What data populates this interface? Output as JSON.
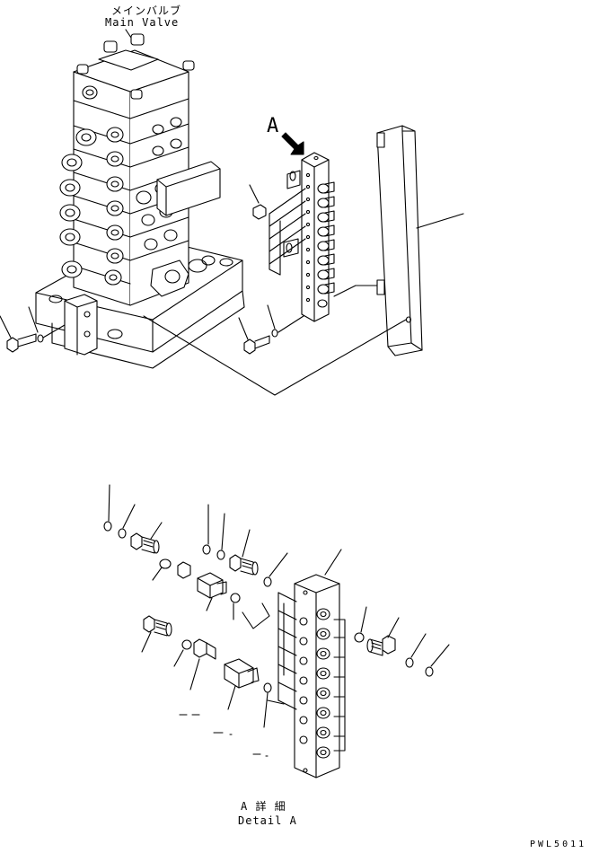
{
  "labels": {
    "main_valve_jp": "メインバルブ",
    "main_valve_en": "Main Valve",
    "view_a": "A",
    "detail_jp": "A 詳 細",
    "detail_en": "Detail A",
    "drawing_code": "PWL5011"
  },
  "colors": {
    "line": "#000000",
    "background": "#ffffff"
  }
}
